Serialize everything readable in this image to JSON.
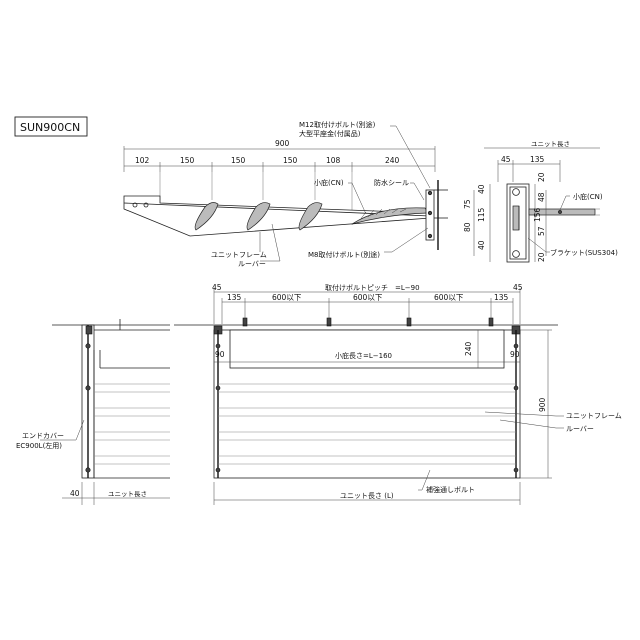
{
  "title": "SUN900CN",
  "section_view": {
    "dims_top": [
      "102",
      "150",
      "150",
      "150",
      "108",
      "240"
    ],
    "dim_total": "900",
    "labels": {
      "m12_bolt": "M12取付けボルト(別途)",
      "washer": "大型平座金(付属品)",
      "koh_cn": "小庇(CN)",
      "seal": "防水シール",
      "unit_frame": "ユニットフレーム",
      "louver": "ルーバー",
      "m8_bolt": "M8取付けボルト(別途)"
    }
  },
  "bracket_view": {
    "unit_length": "ユニット長さ",
    "dims_h": [
      "45",
      "135"
    ],
    "dims_v_left": [
      "40",
      "75",
      "115",
      "80",
      "40"
    ],
    "dims_v_right": [
      "20",
      "48",
      "156",
      "57",
      "20"
    ],
    "label_koh": "小庇(CN)",
    "label_bracket": "ブラケット(SUS304)"
  },
  "front_view": {
    "dims_top": [
      "45",
      "135",
      "600以下",
      "600以下",
      "600以下",
      "135",
      "45"
    ],
    "pitch_label": "取付けボルトピッチ　=L−90",
    "koh_length": "小庇長さ=L−160",
    "dim_90_left": "90",
    "dim_90_right": "90",
    "dim_240": "240",
    "dim_900": "900",
    "label_unit_frame": "ユニットフレーム",
    "label_louver": "ルーバー",
    "label_rod": "補強通しボルト",
    "unit_length_L": "ユニット長さ (L)"
  },
  "side_view": {
    "end_cover": "エンドカバー",
    "end_cover_model": "EC900L(左用)",
    "dim_40": "40",
    "unit_length": "ユニット長さ"
  }
}
